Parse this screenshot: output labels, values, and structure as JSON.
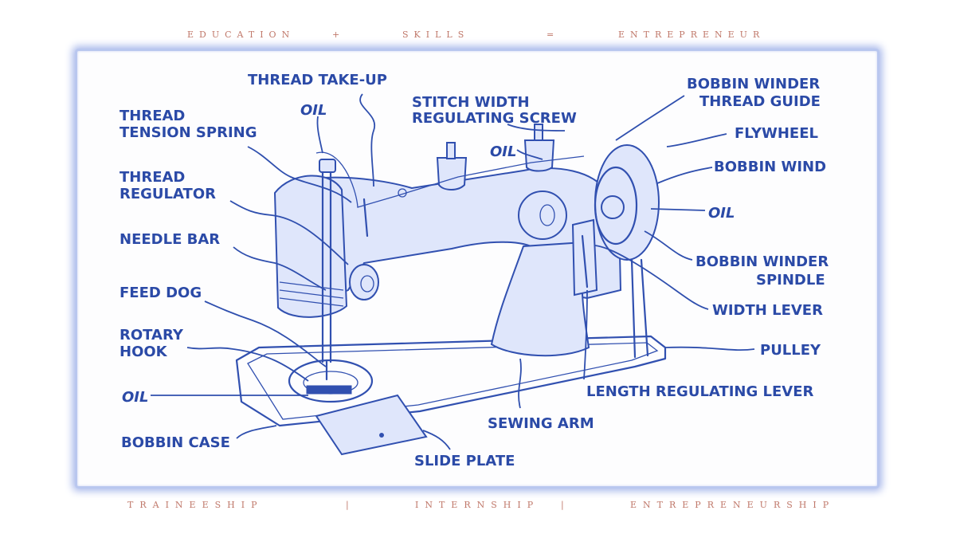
{
  "header": {
    "items": [
      "EDUCATION",
      "+",
      "SKILLS",
      "=",
      "ENTREPRENEUR"
    ]
  },
  "footer": {
    "items": [
      "TRAINEESHIP",
      "|",
      "INTERNSHIP",
      "|",
      "ENTREPRENEURSHIP"
    ]
  },
  "diagram": {
    "labels": {
      "thread_take_up": "THREAD TAKE-UP",
      "oil_top_left": "OIL",
      "thread_tension_spring_1": "THREAD",
      "thread_tension_spring_2": "TENSION SPRING",
      "thread_regulator_1": "THREAD",
      "thread_regulator_2": "REGULATOR",
      "needle_bar": "NEEDLE BAR",
      "feed_dog": "FEED DOG",
      "rotary_hook_1": "ROTARY",
      "rotary_hook_2": "HOOK",
      "oil_left": "OIL",
      "bobbin_case": "BOBBIN CASE",
      "slide_plate": "SLIDE PLATE",
      "sewing_arm": "SEWING ARM",
      "stitch_width_screw_1": "STITCH WIDTH",
      "stitch_width_screw_2": "REGULATING SCREW",
      "oil_center": "OIL",
      "bobbin_winder_guide_1": "BOBBIN WINDER",
      "bobbin_winder_guide_2": "THREAD GUIDE",
      "flywheel": "FLYWHEEL",
      "bobbin_wind": "BOBBIN WIND",
      "oil_right": "OIL",
      "bobbin_winder_spindle_1": "BOBBIN WINDER",
      "bobbin_winder_spindle_2": "SPINDLE",
      "width_lever": "WIDTH LEVER",
      "pulley": "PULLEY",
      "length_regulating_lever": "LENGTH REGULATING LEVER"
    }
  }
}
